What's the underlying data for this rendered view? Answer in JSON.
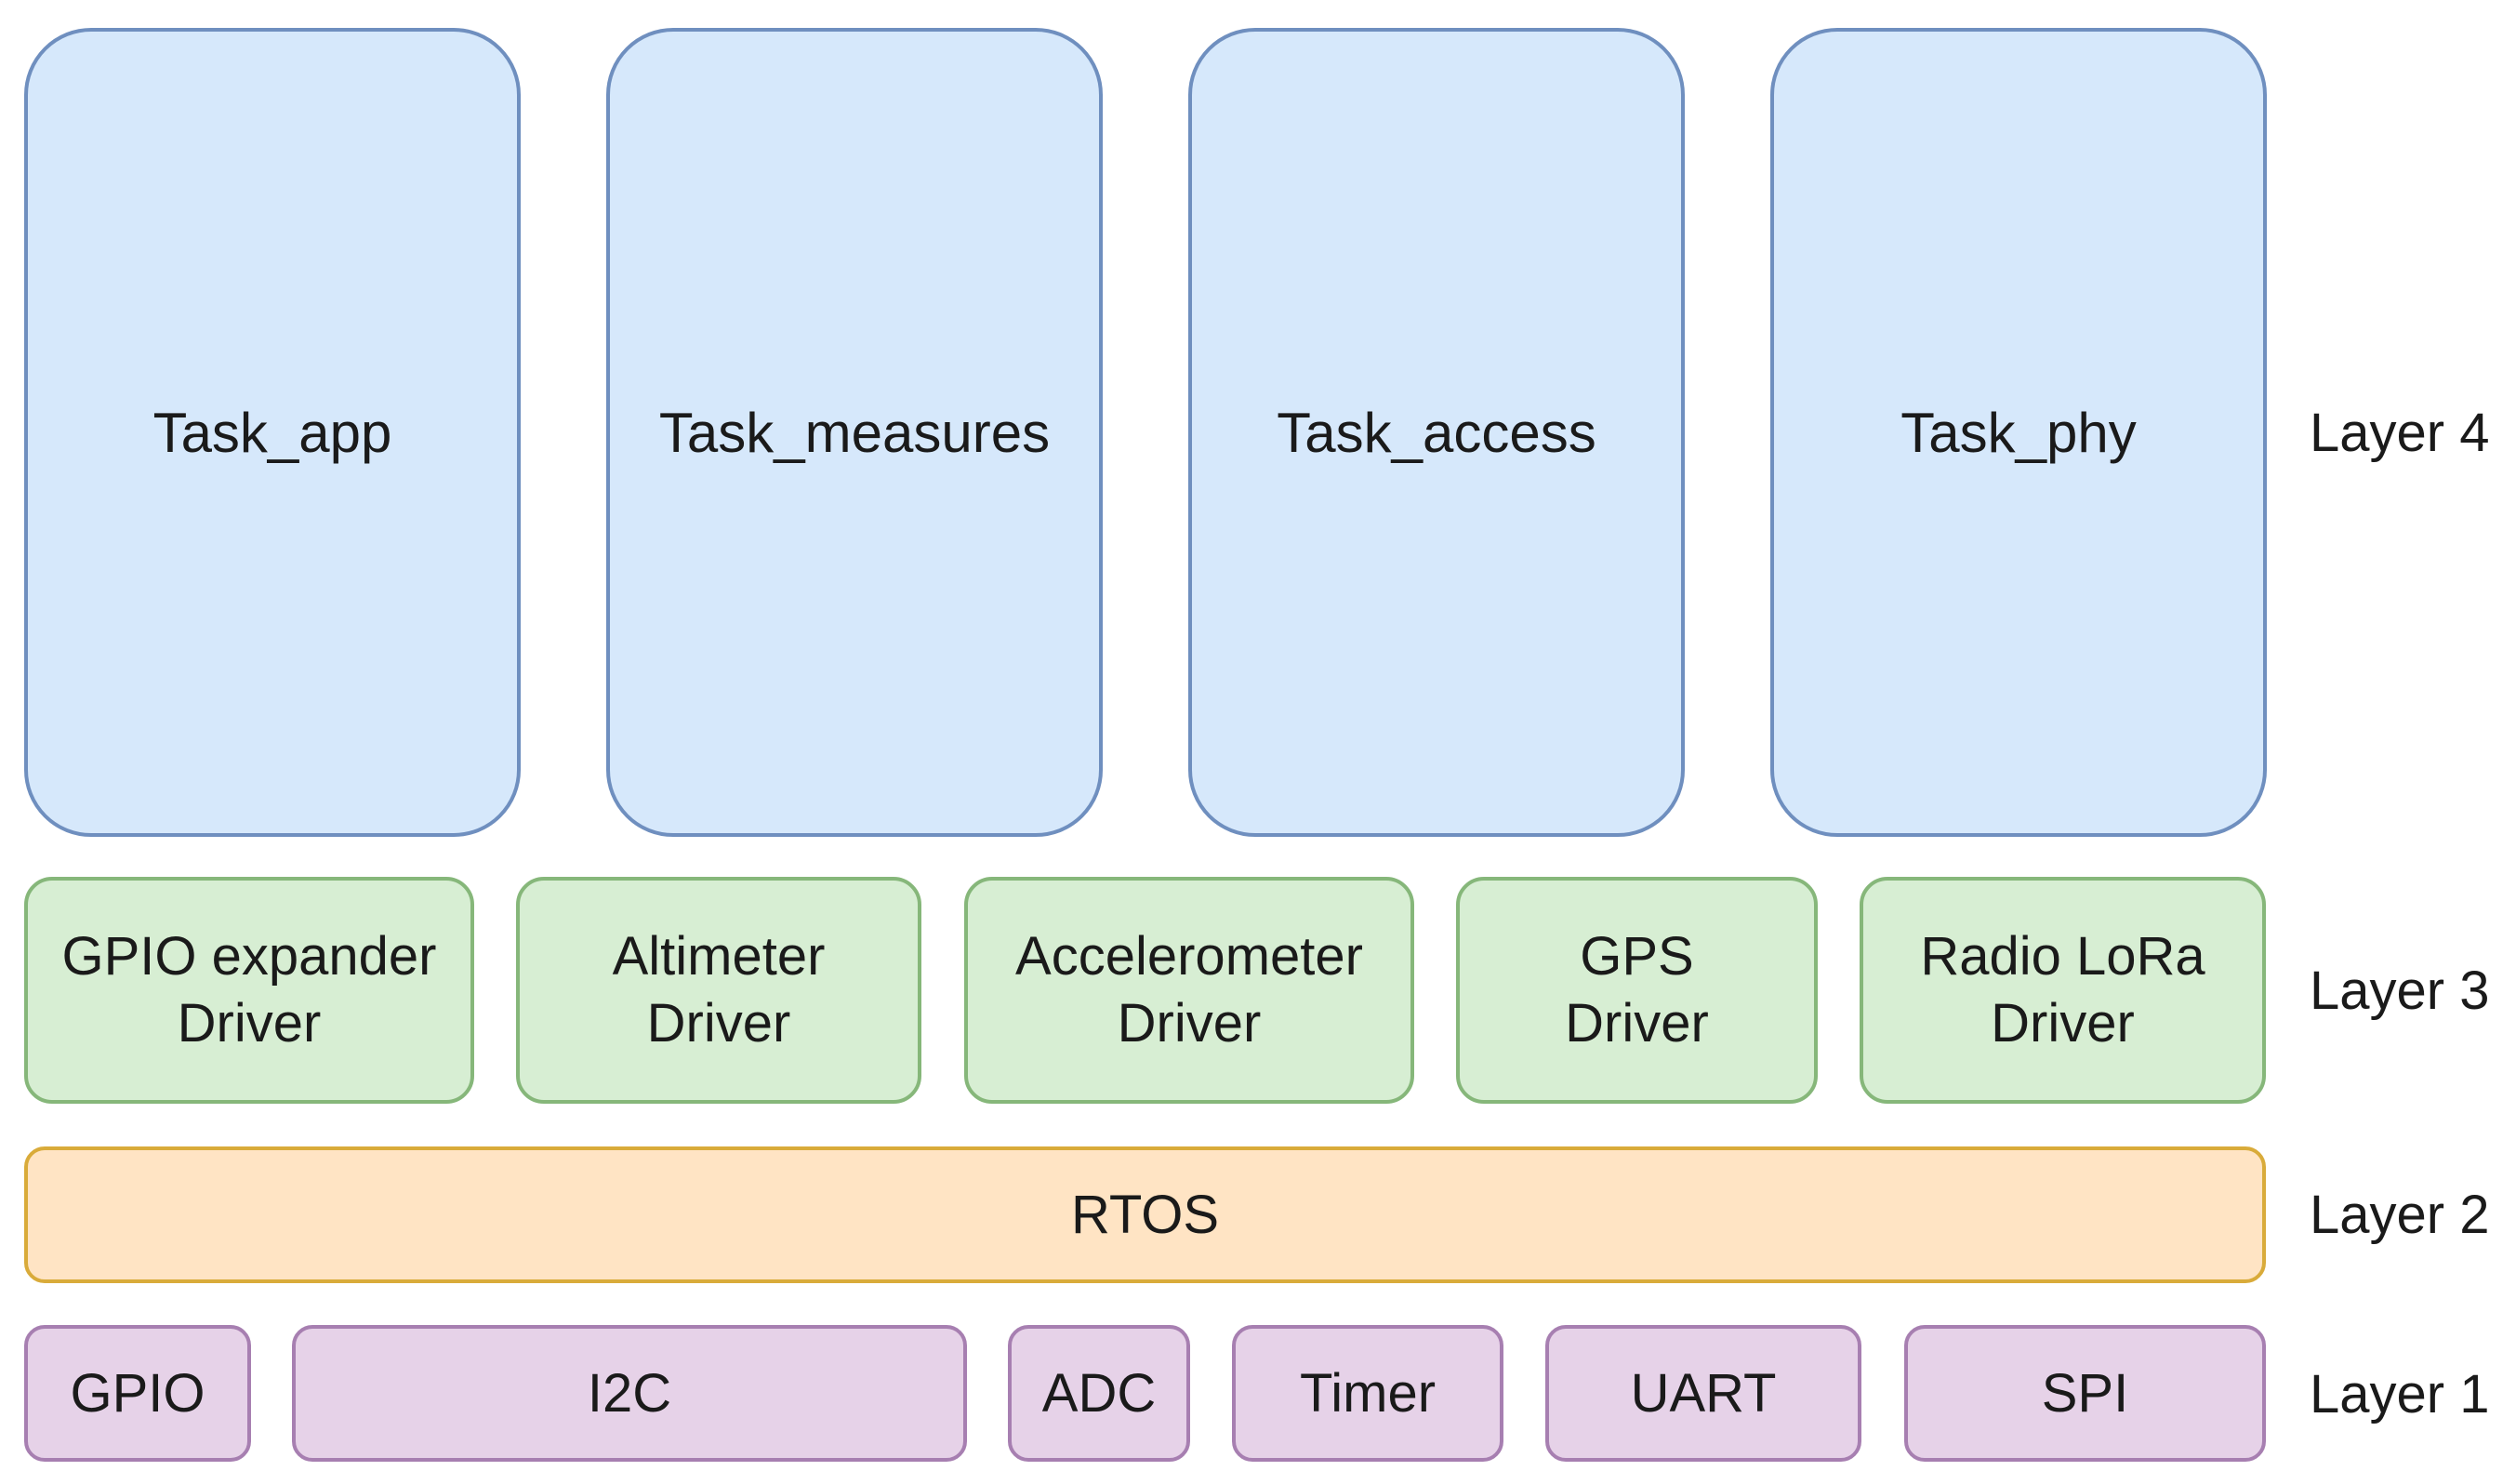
{
  "layer4": {
    "label": "Layer 4",
    "tasks": [
      "Task_app",
      "Task_measures",
      "Task_access",
      "Task_phy"
    ]
  },
  "layer3": {
    "label": "Layer 3",
    "drivers": [
      {
        "line1": "GPIO expander",
        "line2": "Driver"
      },
      {
        "line1": "Altimeter",
        "line2": "Driver"
      },
      {
        "line1": "Accelerometer",
        "line2": "Driver"
      },
      {
        "line1": "GPS",
        "line2": "Driver"
      },
      {
        "line1": "Radio LoRa",
        "line2": "Driver"
      }
    ]
  },
  "layer2": {
    "label": "Layer 2",
    "rtos": "RTOS"
  },
  "layer1": {
    "label": "Layer 1",
    "peripherals": [
      "GPIO",
      "I2C",
      "ADC",
      "Timer",
      "UART",
      "SPI"
    ]
  },
  "colors": {
    "task_fill": "#d6e8fb",
    "task_border": "#6f8fbf",
    "driver_fill": "#d7eed3",
    "driver_border": "#86b77a",
    "rtos_fill": "#ffe4c4",
    "rtos_border": "#d9ab3a",
    "periph_fill": "#e6d2e8",
    "periph_border": "#a77fb1"
  }
}
